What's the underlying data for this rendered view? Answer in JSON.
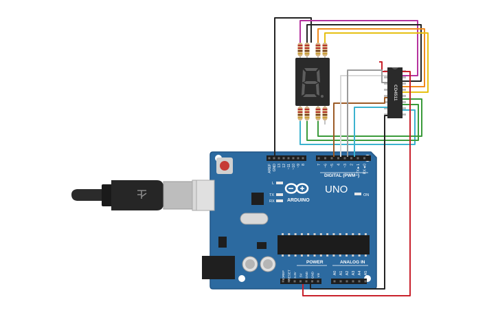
{
  "board": {
    "name": "UNO",
    "brand": "ARDUINO",
    "digital_label": "DIGITAL (PWM~)",
    "power_label": "POWER",
    "analog_label": "ANALOG IN",
    "led_l": "L",
    "led_tx": "TX",
    "led_rx": "RX",
    "led_on": "ON",
    "digital_pins": [
      "AREF",
      "GND",
      "13",
      "12",
      "~11",
      "~10",
      "~9",
      "8",
      "7",
      "~6",
      "~5",
      "4",
      "~3",
      "2",
      "TX►1",
      "RX◄0"
    ],
    "power_pins": [
      "IOREF",
      "RESET",
      "3.3V",
      "5V",
      "GND",
      "GND",
      "Vin"
    ],
    "analog_pins": [
      "A0",
      "A1",
      "A2",
      "A3",
      "A4",
      "A5"
    ]
  },
  "chip": {
    "label": "CD4511"
  },
  "colors": {
    "board": "#2c6aa0",
    "board_edge": "#1f5485",
    "header": "#1e1e1e",
    "wire_black": "#222222",
    "wire_magenta": "#b5329e",
    "wire_orange": "#f08a1c",
    "wire_yellow": "#e6c012",
    "wire_red": "#c8202a",
    "wire_green": "#3a9a3a",
    "wire_cyan": "#3bb2cf",
    "wire_gray": "#9a9a9a",
    "wire_white": "#d8d8d8",
    "wire_brown": "#9b5a25"
  }
}
